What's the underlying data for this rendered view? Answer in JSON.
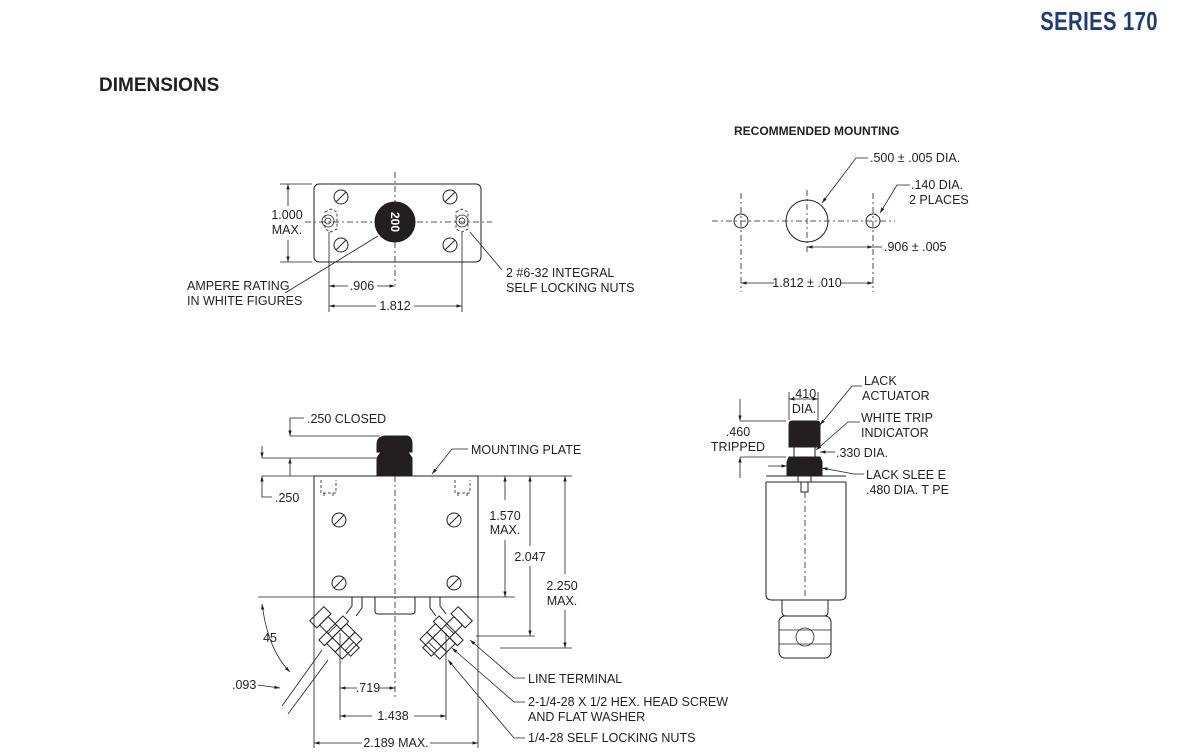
{
  "header": {
    "series": "SERIES 170",
    "section": "DIMENSIONS"
  },
  "top_view": {
    "dim_height": [
      "1.000",
      "MAX."
    ],
    "rating_text": "200",
    "ampere_label": [
      "AMPERE RATING",
      "IN WHITE FIGURES"
    ],
    "nuts_label": [
      "2 #6-32 INTEGRAL",
      "SELF LOCKING NUTS"
    ],
    "dim_906": ".906",
    "dim_1812": "1.812"
  },
  "mounting": {
    "title": "RECOMMENDED MOUNTING",
    "center_hole": ".500 ± .005 DIA.",
    "side_holes": [
      ".140 DIA.",
      "2 PLACES"
    ],
    "dim_906": ".906 ± .005",
    "dim_1812": "1.812 ± .010"
  },
  "front_view": {
    "closed": ".250 CLOSED",
    "mounting_plate": "MOUNTING PLATE",
    "dim_250": ".250",
    "dim_1570": [
      "1.570",
      "MAX."
    ],
    "dim_2047": "2.047",
    "dim_2250": [
      "2.250",
      "MAX."
    ],
    "angle": "45",
    "dim_093": ".093",
    "dim_719": ".719",
    "dim_1438": "1.438",
    "dim_2189": "2.189 MAX.",
    "line_terminal": "LINE TERMINAL",
    "screw": [
      "2-1/4-28 X 1/2 HEX. HEAD SCREW",
      "AND FLAT WASHER"
    ],
    "locking_nuts": "1/4-28 SELF LOCKING NUTS"
  },
  "side_view": {
    "dim_410": [
      ".410",
      "DIA."
    ],
    "actuator": [
      "LACK",
      "ACTUATOR"
    ],
    "indicator": [
      "WHITE TRIP",
      "INDICATOR"
    ],
    "dim_460": [
      ".460",
      "TRIPPED"
    ],
    "dim_330": ".330 DIA.",
    "sleeve": [
      "LACK SLEE E",
      ".480 DIA. T PE"
    ]
  }
}
